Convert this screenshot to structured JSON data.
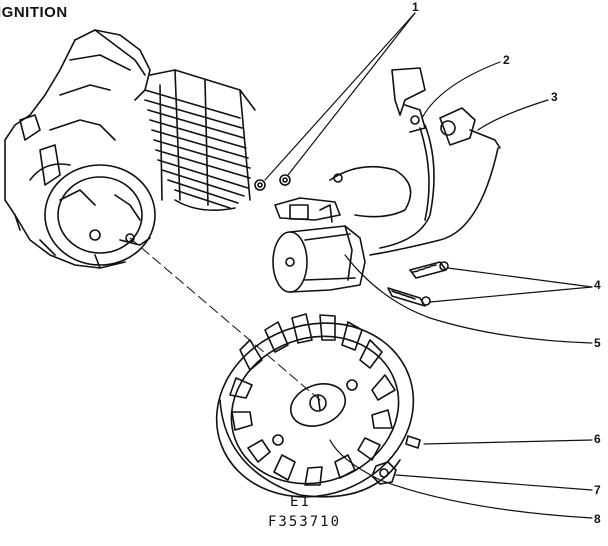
{
  "title": "IGNITION",
  "callouts": [
    {
      "id": "1",
      "label": "1"
    },
    {
      "id": "2",
      "label": "2"
    },
    {
      "id": "3",
      "label": "3"
    },
    {
      "id": "4",
      "label": "4"
    },
    {
      "id": "5",
      "label": "5"
    },
    {
      "id": "6",
      "label": "6"
    },
    {
      "id": "7",
      "label": "7"
    },
    {
      "id": "8",
      "label": "8"
    }
  ],
  "caption": {
    "line1": "E1",
    "line2": "F353710"
  }
}
